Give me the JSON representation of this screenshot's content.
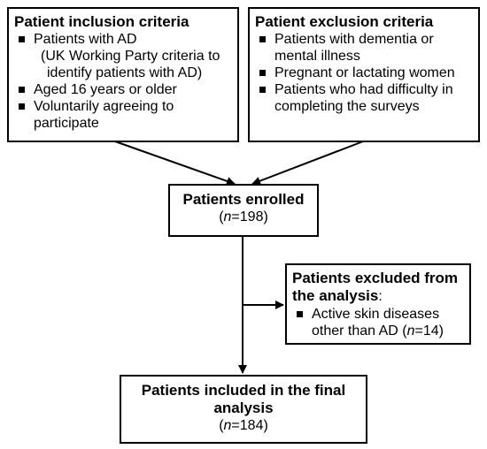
{
  "inclusion": {
    "title": "Patient inclusion criteria",
    "items": [
      "Patients with AD",
      "Aged 16 years or older",
      "Voluntarily agreeing to participate"
    ],
    "note_lines": [
      "(UK Working Party criteria to",
      "identify patients with AD)"
    ]
  },
  "exclusion": {
    "title": "Patient exclusion criteria",
    "items": [
      "Patients with dementia or mental illness",
      "Pregnant or lactating women",
      "Patients who had difficulty in completing the surveys"
    ]
  },
  "enrolled": {
    "title": "Patients enrolled",
    "n_label": "n",
    "n_value": "=198"
  },
  "excluded": {
    "title_line1": "Patients excluded from",
    "title_line2": "the analysis",
    "title_suffix": ":",
    "item_text": "Active skin diseases other than AD (",
    "item_n": "n",
    "item_value": "=14)"
  },
  "final": {
    "title_line1": "Patients included in the final",
    "title_line2": "analysis",
    "n_label": "n",
    "n_value": "=184"
  }
}
